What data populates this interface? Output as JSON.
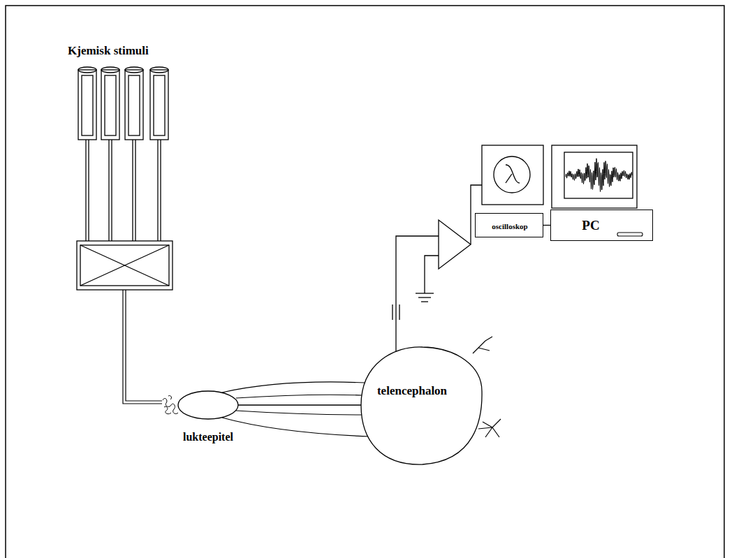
{
  "diagram": {
    "nodes": [
      {
        "text": [
          "lukteepitel"
        ]
      },
      {
        "text": [
          "telencephalon"
        ]
      },
      {
        "text": [
          "oscilloskop"
        ]
      },
      {
        "text": [
          "PC"
        ]
      }
    ],
    "edges": [
      {
        "from": 0,
        "to": 1,
        "arrow": "none"
      },
      {
        "from": 2,
        "to": 3,
        "arrow": "none"
      }
    ],
    "labels": [
      "Kjemisk stimuli"
    ]
  }
}
